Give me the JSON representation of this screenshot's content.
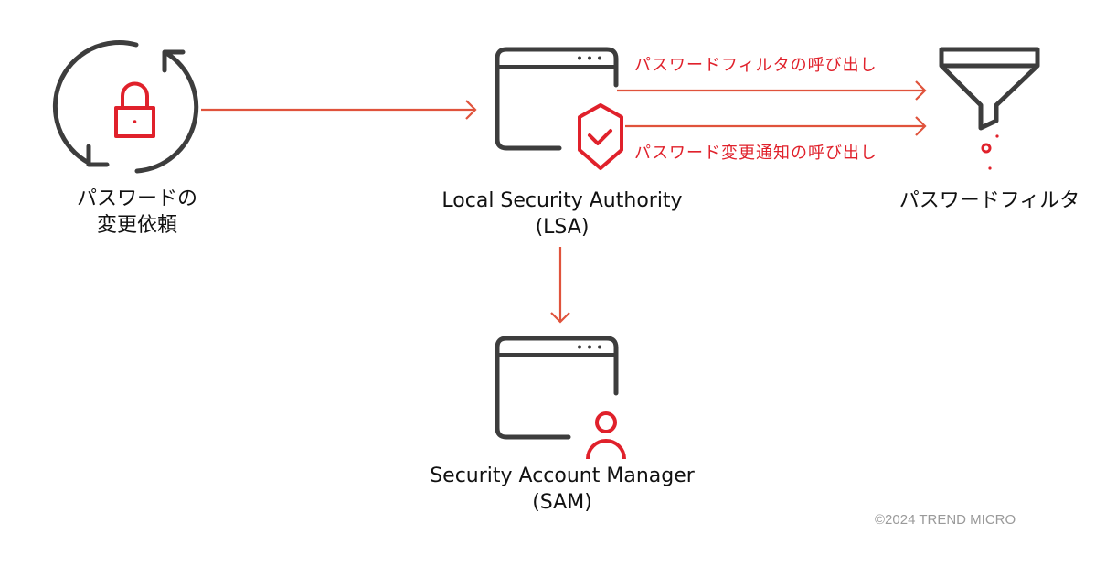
{
  "colors": {
    "icon_dark": "#3d3d3d",
    "accent_red": "#e0212b",
    "arrow_red": "#e0533c",
    "text": "#111111",
    "muted": "#9a9a9a"
  },
  "nodes": {
    "request": {
      "label_line1": "パスワードの",
      "label_line2": "変更依頼",
      "icon": "lock-refresh-icon"
    },
    "lsa": {
      "label_line1": "Local Security Authority",
      "label_line2": "(LSA)",
      "icon": "window-shield-icon"
    },
    "filter": {
      "label": "パスワードフィルタ",
      "icon": "funnel-icon"
    },
    "sam": {
      "label_line1": "Security Account Manager",
      "label_line2": "(SAM)",
      "icon": "window-user-icon"
    }
  },
  "edges": [
    {
      "from": "request",
      "to": "lsa",
      "label": ""
    },
    {
      "from": "lsa",
      "to": "filter",
      "label": "パスワードフィルタの呼び出し"
    },
    {
      "from": "lsa",
      "to": "filter",
      "label": "パスワード変更通知の呼び出し"
    },
    {
      "from": "lsa",
      "to": "sam",
      "label": ""
    }
  ],
  "footer": {
    "copyright": "©2024 TREND MICRO"
  }
}
